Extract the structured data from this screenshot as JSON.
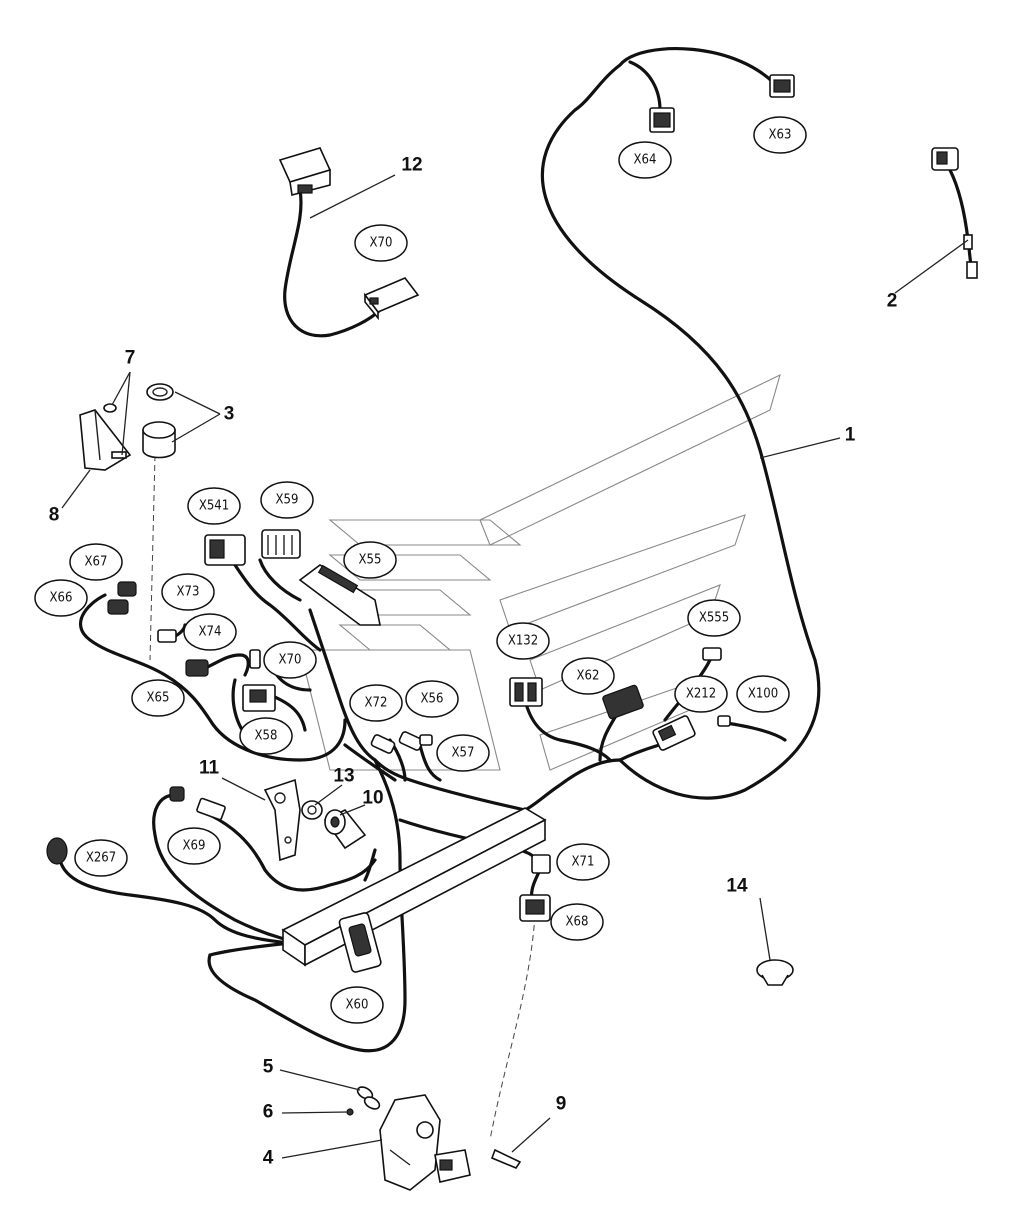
{
  "connectors": {
    "x63": "X63",
    "x64": "X64",
    "x70a": "X70",
    "x541": "X541",
    "x59": "X59",
    "x55": "X55",
    "x67": "X67",
    "x66": "X66",
    "x73": "X73",
    "x74": "X74",
    "x70b": "X70",
    "x65": "X65",
    "x58": "X58",
    "x72": "X72",
    "x56": "X56",
    "x57": "X57",
    "x132": "X132",
    "x62": "X62",
    "x555": "X555",
    "x212": "X212",
    "x100": "X100",
    "x69": "X69",
    "x267": "X267",
    "x71": "X71",
    "x68": "X68",
    "x60": "X60"
  },
  "callouts": {
    "c1": "1",
    "c2": "2",
    "c3": "3",
    "c4": "4",
    "c5": "5",
    "c6": "6",
    "c7": "7",
    "c8": "8",
    "c9": "9",
    "c10": "10",
    "c11": "11",
    "c12": "12",
    "c13": "13",
    "c14": "14"
  }
}
